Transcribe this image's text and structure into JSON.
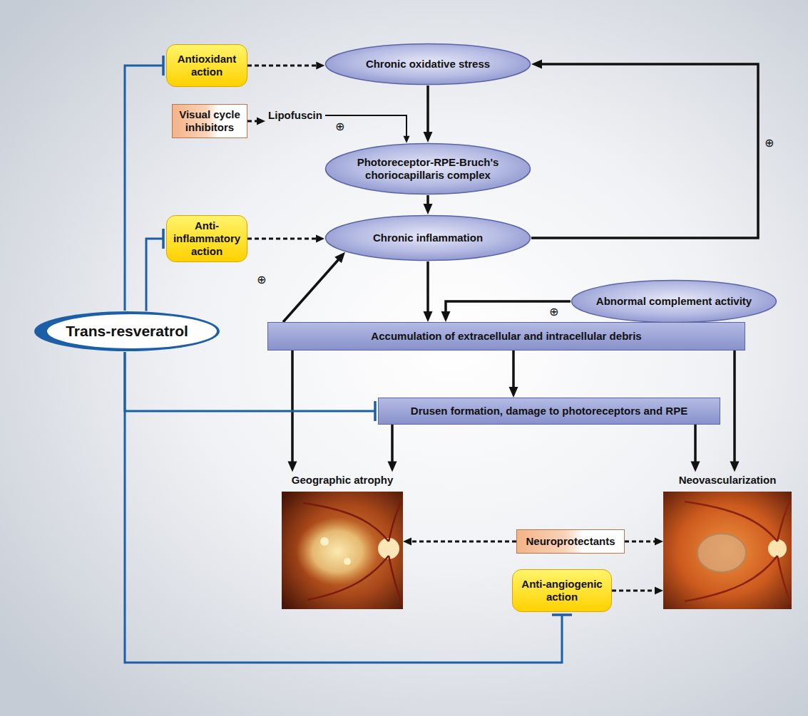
{
  "diagram": {
    "nodes": [
      {
        "text": [
          "Antioxidant action"
        ]
      },
      {
        "text": [
          "Chronic oxidative stress"
        ]
      },
      {
        "text": [
          "Visual cycle inhibitors"
        ]
      },
      {
        "text": [
          "Lipofuscin"
        ]
      },
      {
        "text": [
          "Photoreceptor-RPE-Bruch's choriocapillaris complex"
        ]
      },
      {
        "text": [
          "Anti-inflammatory action"
        ]
      },
      {
        "text": [
          "Chronic inflammation"
        ]
      },
      {
        "text": [
          "Trans-resveratrol"
        ]
      },
      {
        "text": [
          "Abnormal complement activity"
        ]
      },
      {
        "text": [
          "Accumulation of extracellular and intracellular debris"
        ]
      },
      {
        "text": [
          "Drusen formation, damage to photoreceptors and RPE"
        ]
      },
      {
        "text": [
          "Geographic atrophy"
        ]
      },
      {
        "text": [
          "Neovascularization"
        ]
      },
      {
        "text": [
          "Neuroprotectants"
        ]
      },
      {
        "text": [
          "Anti-angiogenic action"
        ]
      }
    ],
    "edges": [
      {
        "from": 0,
        "to": 1,
        "arrow": "to"
      },
      {
        "from": 2,
        "to": 3,
        "arrow": "to"
      },
      {
        "from": 3,
        "to": 4,
        "arrow": "to"
      },
      {
        "from": 1,
        "to": 4,
        "arrow": "to"
      },
      {
        "from": 4,
        "to": 6,
        "arrow": "to"
      },
      {
        "from": 6,
        "to": 1,
        "arrow": "to"
      },
      {
        "from": 5,
        "to": 6,
        "arrow": "to"
      },
      {
        "from": 6,
        "to": 9,
        "arrow": "to"
      },
      {
        "from": 8,
        "to": 9,
        "arrow": "to"
      },
      {
        "from": 9,
        "to": 6,
        "arrow": "to"
      },
      {
        "from": 9,
        "to": 10,
        "arrow": "to"
      },
      {
        "from": 9,
        "to": 11,
        "arrow": "to"
      },
      {
        "from": 10,
        "to": 11,
        "arrow": "to"
      },
      {
        "from": 10,
        "to": 12,
        "arrow": "to"
      },
      {
        "from": 9,
        "to": 12,
        "arrow": "to"
      },
      {
        "from": 13,
        "to": 11,
        "arrow": "to"
      },
      {
        "from": 13,
        "to": 12,
        "arrow": "to"
      },
      {
        "from": 14,
        "to": 12,
        "arrow": "to"
      },
      {
        "from": 7,
        "to": 0,
        "arrow": "to"
      },
      {
        "from": 7,
        "to": 5,
        "arrow": "to"
      },
      {
        "from": 7,
        "to": 10,
        "arrow": "to"
      },
      {
        "from": 7,
        "to": 14,
        "arrow": "to"
      }
    ],
    "labels": [
      "⊕",
      "⊕",
      "⊕",
      "⊕"
    ]
  }
}
